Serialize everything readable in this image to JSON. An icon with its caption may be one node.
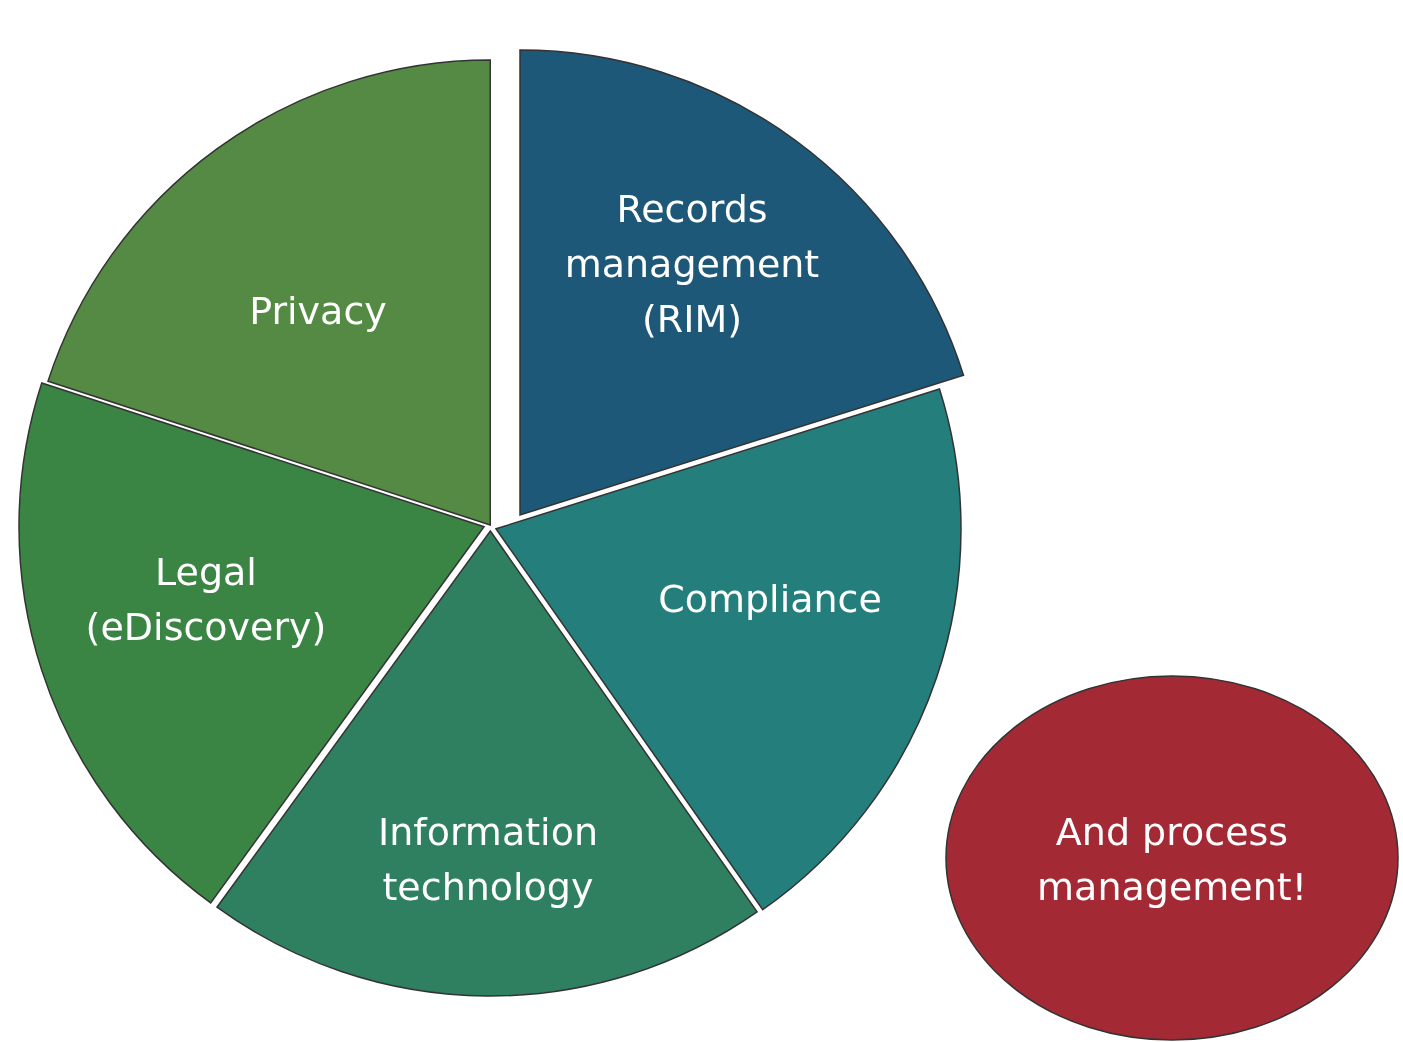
{
  "diagram": {
    "nodes": [
      {
        "text": [
          "Records management (RIM)"
        ]
      },
      {
        "text": [
          "Privacy"
        ]
      },
      {
        "text": [
          "Compliance"
        ]
      },
      {
        "text": [
          "Legal (eDiscovery)"
        ]
      },
      {
        "text": [
          "Information technology"
        ]
      },
      {
        "text": [
          "And process management!"
        ]
      }
    ]
  }
}
